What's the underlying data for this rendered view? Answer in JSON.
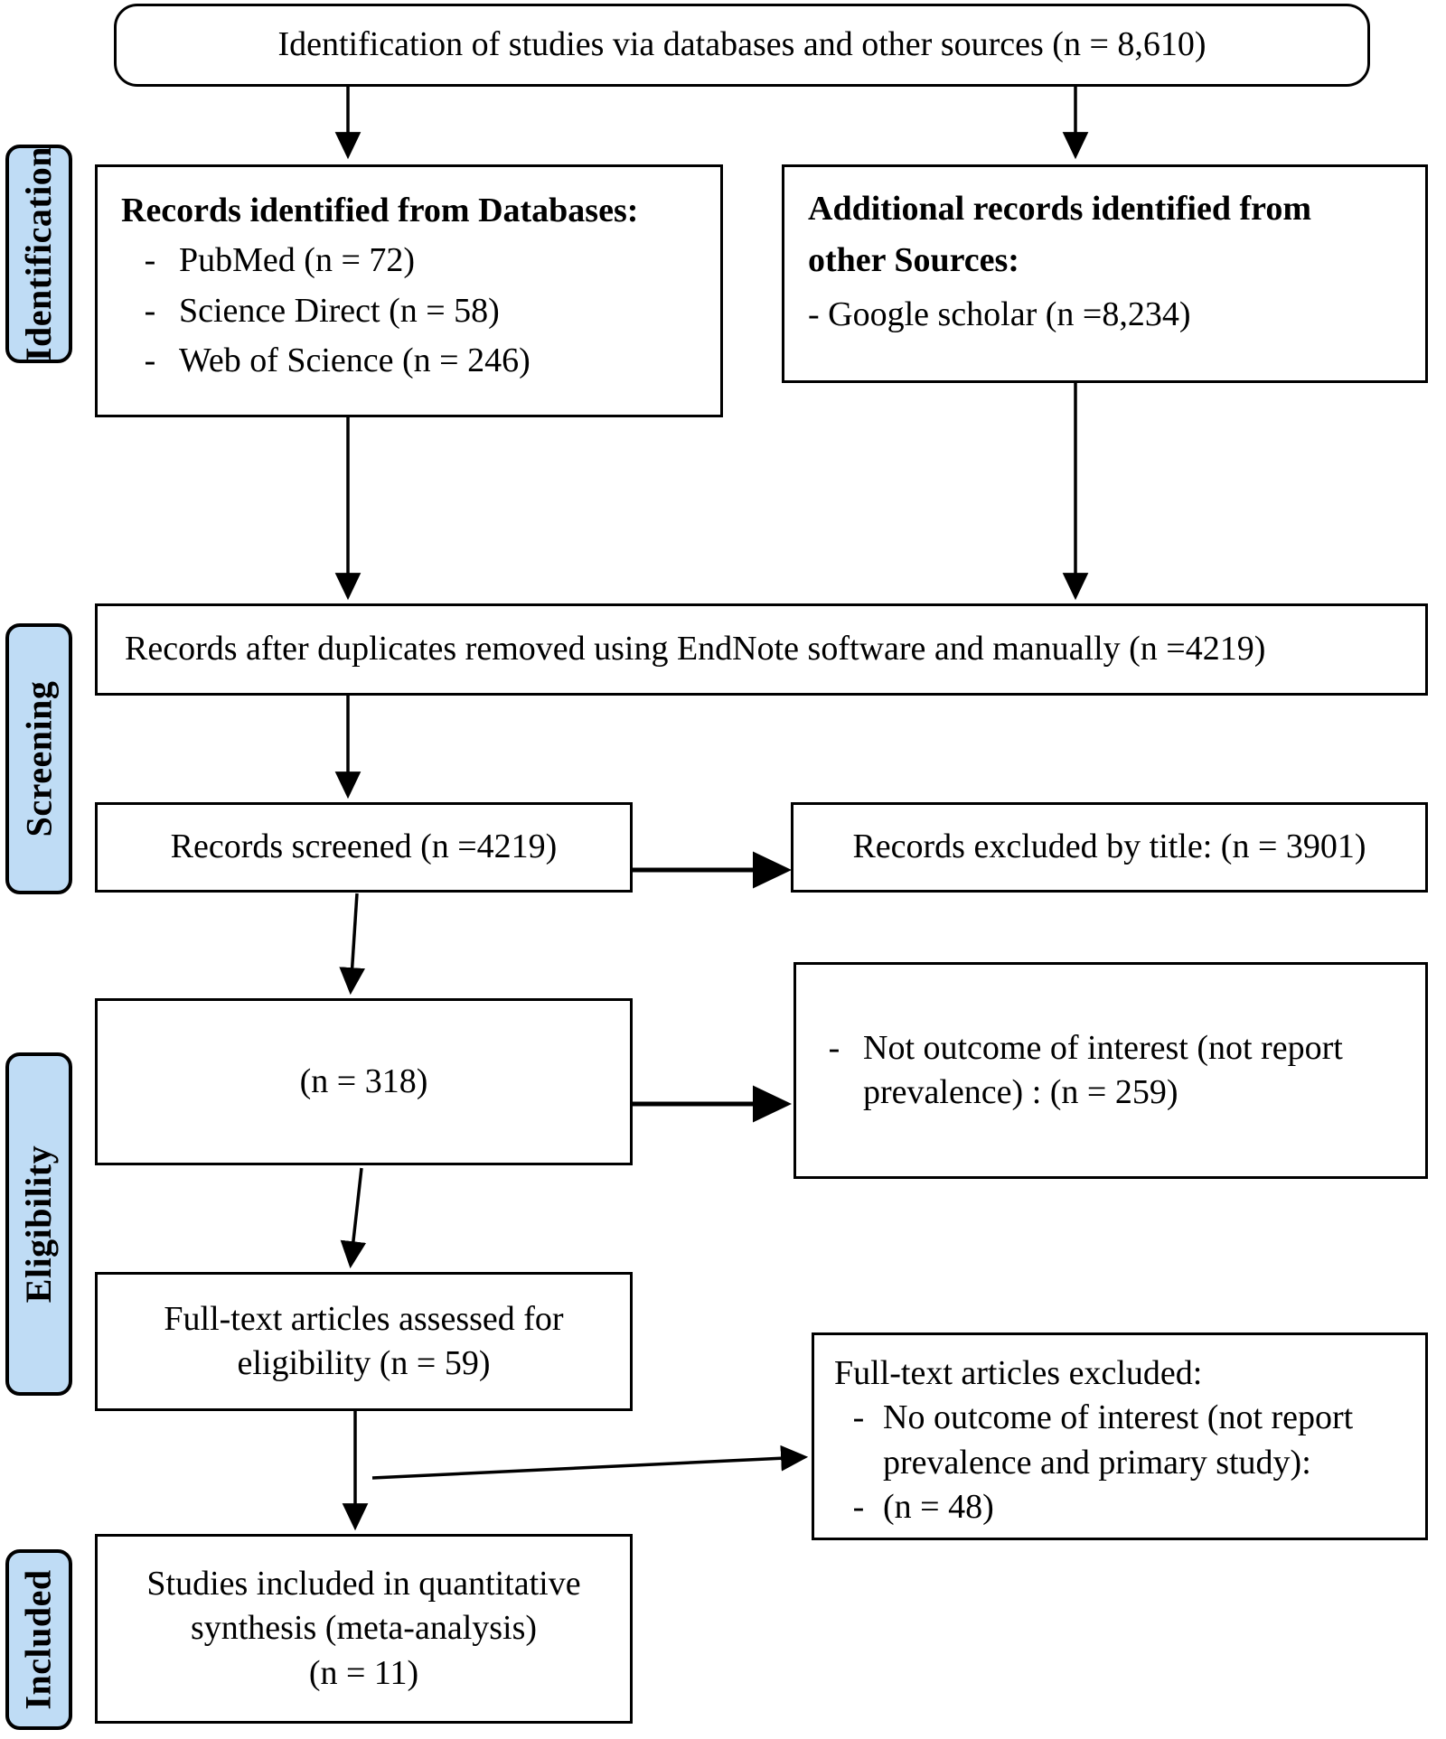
{
  "diagram": {
    "type": "prisma-flow-diagram",
    "accent_color": "#bfdcf5",
    "stages": [
      {
        "id": "identification",
        "label": "Identification"
      },
      {
        "id": "screening",
        "label": "Screening"
      },
      {
        "id": "eligibility",
        "label": "Eligibility"
      },
      {
        "id": "included",
        "label": "Included"
      }
    ],
    "nodes": {
      "top": {
        "text": "Identification of studies via databases and other sources (n = 8,610)"
      },
      "databases": {
        "heading": "Records identified from Databases:",
        "items": [
          {
            "dash": "-",
            "text": "PubMed (n = 72)"
          },
          {
            "dash": "-",
            "text": "Science Direct (n = 58)"
          },
          {
            "dash": "-",
            "text": "Web of Science (n = 246)"
          }
        ]
      },
      "other_sources": {
        "heading_line1": "Additional records identified from",
        "heading_line2": "other Sources:",
        "item": "- Google scholar  (n =8,234)"
      },
      "duplicates": {
        "text": "Records after duplicates removed using EndNote software and manually (n =4219)"
      },
      "screened": {
        "text": "Records screened (n =4219)"
      },
      "excluded_title": {
        "text": "Records excluded by title: (n = 3901)"
      },
      "remaining": {
        "text": "(n = 318)"
      },
      "not_outcome": {
        "dash": "-",
        "line1": "Not outcome of interest (not report",
        "line2": "prevalence) : (n = 259)"
      },
      "fulltext_assessed": {
        "line1": "Full-text articles assessed for",
        "line2": "eligibility (n = 59)"
      },
      "fulltext_excluded": {
        "heading": "Full-text articles excluded:",
        "items": [
          {
            "dash": "-",
            "line1": "No outcome of interest (not report",
            "line2": "prevalence and primary study):"
          },
          {
            "dash": "-",
            "line1": "(n = 48)",
            "line2": ""
          }
        ]
      },
      "included_studies": {
        "line1": "Studies included in quantitative",
        "line2": "synthesis (meta-analysis)",
        "line3": "(n = 11)"
      }
    }
  }
}
